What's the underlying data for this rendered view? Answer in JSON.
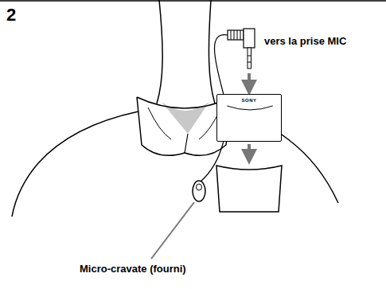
{
  "diagram": {
    "nodes": [
      {
        "text": [
          "SONY"
        ]
      }
    ],
    "labels": [
      "2",
      "vers la prise MIC",
      "Micro-cravate (fourni)"
    ]
  }
}
